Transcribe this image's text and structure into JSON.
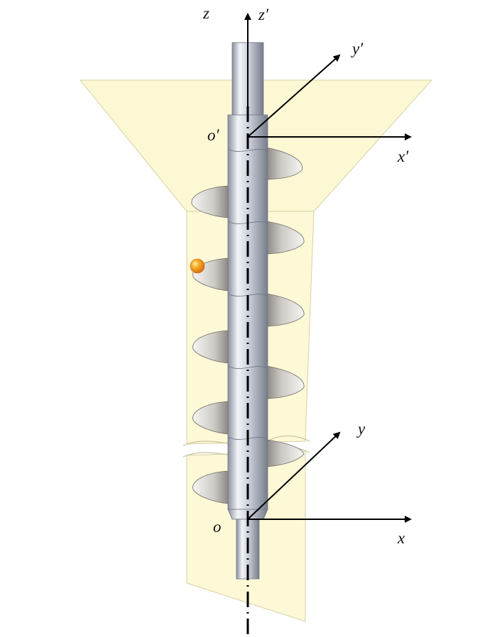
{
  "labels": {
    "z": "z",
    "z_prime": "z′",
    "y_prime": "y′",
    "o_prime": "o′",
    "x_prime": "x′",
    "y": "y",
    "o": "o",
    "x": "x"
  },
  "colors": {
    "hopper_fill": "#fdf8d4",
    "hopper_edge": "#c9c39a",
    "shaft_light": "#eef1f6",
    "shaft_mid": "#b9bfcb",
    "shaft_dark": "#7b8190",
    "blade_light": "#f4f3f1",
    "blade_dark": "#8a8681",
    "particle": "#f5a21c",
    "axis": "#000000"
  }
}
